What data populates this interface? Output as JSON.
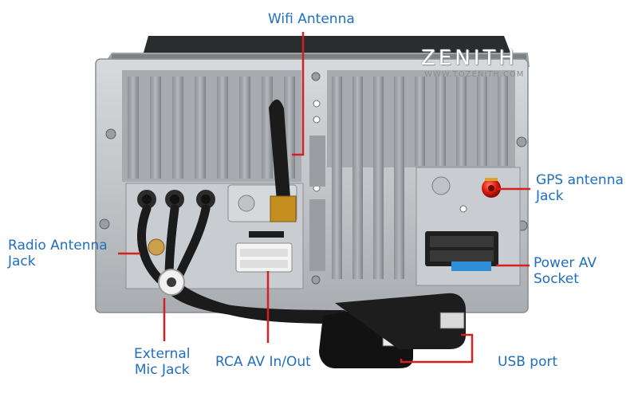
{
  "labels": {
    "wifi_antenna": "Wifi Antenna",
    "gps_antenna": [
      "GPS antenna",
      "Jack"
    ],
    "radio_antenna": [
      "Radio Antenna",
      "Jack"
    ],
    "power_av": [
      "Power AV",
      "Socket"
    ],
    "external_mic": [
      "External",
      "Mic Jack"
    ],
    "rca_av": "RCA AV In/Out",
    "usb_port": "USB port"
  },
  "watermark": {
    "brand": "ZENITH",
    "url": "WWW.TOZENITH.COM"
  },
  "colors": {
    "label_text": "#1f6fc0",
    "leader_line": "#d42020",
    "chassis": "#c3c6c9",
    "background": "#ffffff"
  }
}
